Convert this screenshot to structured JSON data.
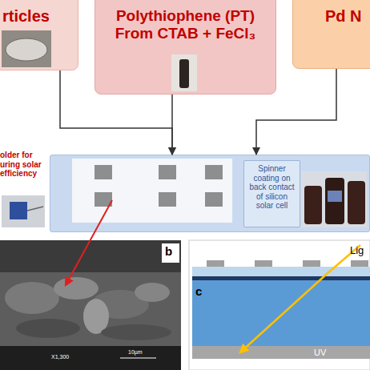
{
  "diagram": {
    "nodes": [
      {
        "text": [
          "rticles"
        ]
      },
      {
        "text": [
          "Polythiophene (PT) From CTAB + FeCl₃"
        ]
      },
      {
        "text": [
          "Pd N"
        ]
      },
      {
        "text": [
          "older for uring solar efficiency"
        ]
      },
      {
        "text": []
      },
      {
        "text": [
          "Spinner coating on back contact of silicon solar cell"
        ],
        "in": 4
      }
    ],
    "edges": [
      {
        "from": 0,
        "to": 4,
        "arrow": "to"
      },
      {
        "from": 1,
        "to": 4,
        "arrow": "to"
      },
      {
        "from": 2,
        "to": 4,
        "arrow": "to"
      }
    ],
    "labels": [
      "b",
      "c",
      "Lig",
      "UV",
      "X1,300",
      "10µm"
    ]
  }
}
